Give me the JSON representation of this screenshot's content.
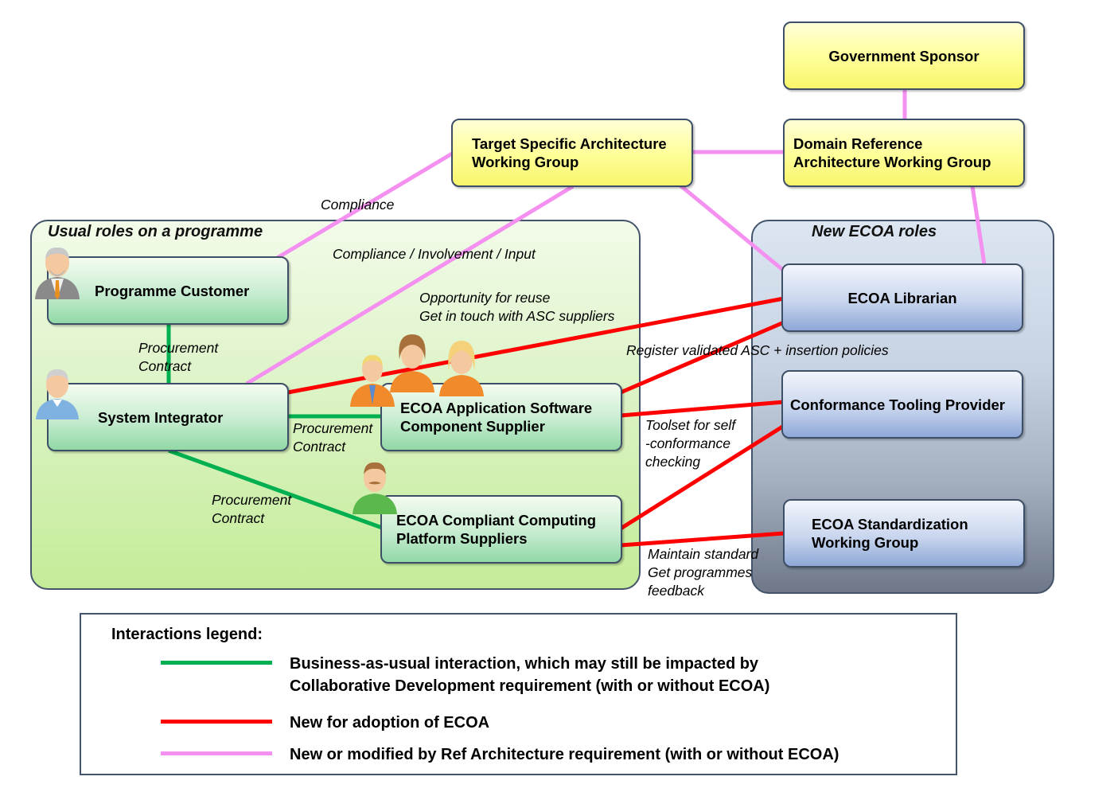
{
  "colors": {
    "business_as_usual": "#00b050",
    "new_ecoa": "#ff0000",
    "ref_architecture": "#f490f0"
  },
  "groups": {
    "usual_title": "Usual roles on a programme",
    "new_title": "New ECOA roles"
  },
  "boxes": {
    "government_sponsor": "Government Sponsor",
    "target_specific": "Target Specific Architecture\n Working Group",
    "domain_reference": "Domain Reference\nArchitecture Working Group",
    "programme_customer": "Programme Customer",
    "system_integrator": "System Integrator",
    "asc_supplier": "ECOA Application Software\nComponent Supplier",
    "platform_suppliers": "ECOA Compliant Computing\nPlatform Suppliers",
    "librarian": "ECOA Librarian",
    "conformance_tooling": "Conformance Tooling Provider",
    "standardization": "ECOA Standardization\nWorking Group"
  },
  "labels": {
    "compliance": "Compliance",
    "compliance_involvement": "Compliance /  Involvement / Input",
    "opportunity_reuse": "Opportunity for reuse\nGet in touch with  ASC suppliers",
    "register_asc": "Register validated ASC + insertion policies",
    "procurement_1": "Procurement\nContract",
    "procurement_2": "Procurement\nContract",
    "procurement_3": "Procurement\nContract",
    "toolset": "Toolset for self\n-conformance\nchecking",
    "maintain_standard": "Maintain standard\nGet programmes\nfeedback"
  },
  "legend": {
    "title": "Interactions legend:",
    "items": [
      {
        "text": "Business-as-usual interaction, which may still be impacted by\nCollaborative Development requirement (with or without ECOA)"
      },
      {
        "text": "New for adoption of ECOA"
      },
      {
        "text": "New or modified by Ref Architecture  requirement (with or without ECOA)"
      }
    ]
  },
  "icons": [
    "businessman-icon",
    "engineer-icon",
    "team-icon",
    "worker-icon"
  ]
}
